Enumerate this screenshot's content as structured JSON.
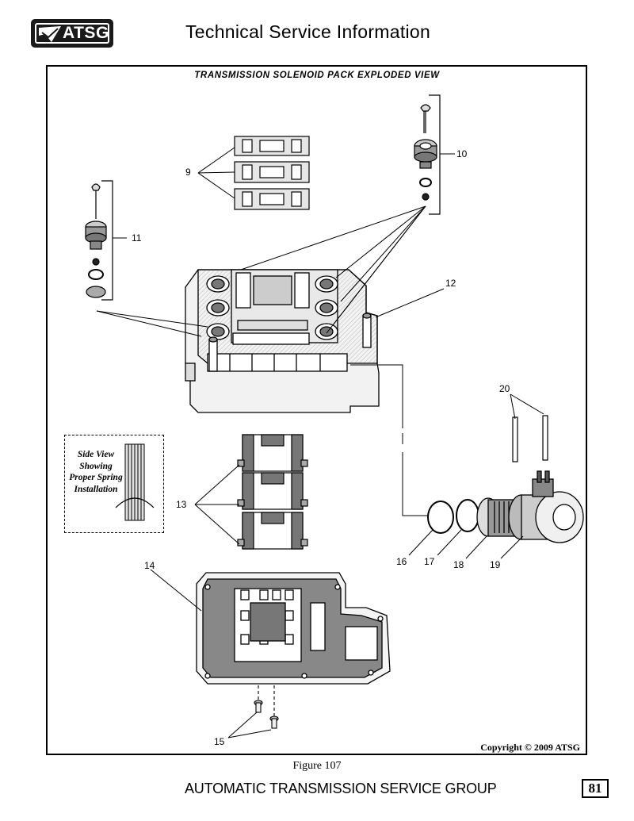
{
  "header": {
    "logo_text": "ATSG",
    "title": "Technical Service Information"
  },
  "diagram": {
    "title": "TRANSMISSION SOLENOID PACK EXPLODED VIEW",
    "callouts": [
      "9",
      "10",
      "11",
      "12",
      "13",
      "14",
      "15",
      "16",
      "17",
      "18",
      "19",
      "20"
    ],
    "note_text": "Side View Showing Proper Spring Installation",
    "copyright": "Copyright © 2009 ATSG"
  },
  "figure_caption": "Figure 107",
  "footer": {
    "text": "AUTOMATIC TRANSMISSION SERVICE GROUP",
    "page_number": "81"
  }
}
